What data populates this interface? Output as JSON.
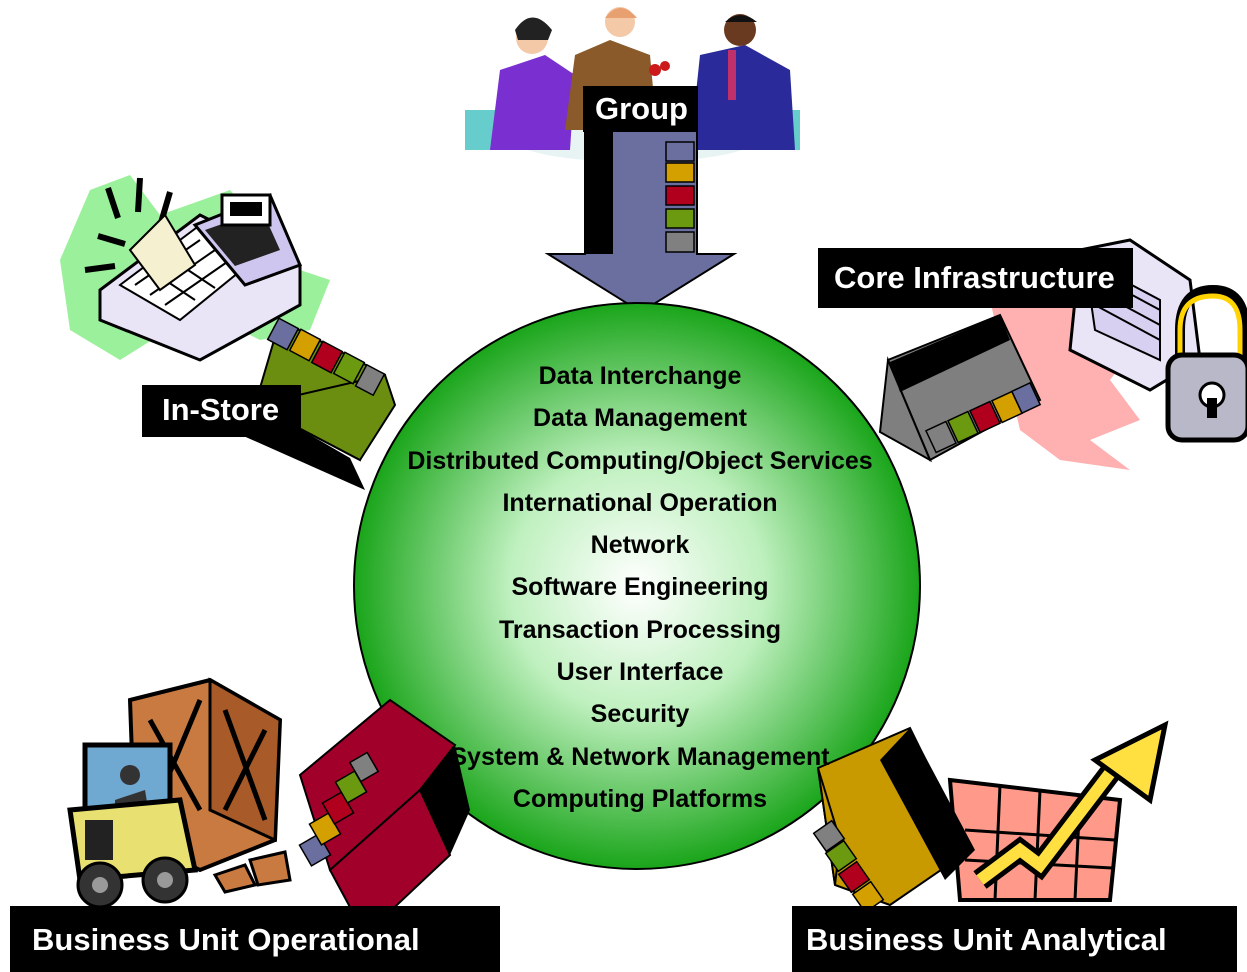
{
  "hub": {
    "items": [
      "Data Interchange",
      "Data Management",
      "Distributed Computing/Object Services",
      "International Operation",
      "Network",
      "Software Engineering",
      "Transaction Processing",
      "User Interface",
      "Security",
      "System & Network Management",
      "Computing Platforms"
    ]
  },
  "labels": {
    "group": "Group",
    "in_store": "In-Store",
    "core_infrastructure": "Core Infrastructure",
    "bu_operational": "Business Unit Operational",
    "bu_analytical": "Business Unit Analytical"
  },
  "colors": {
    "hub_green": "#19a019",
    "group_arrow": "#6b6f9f",
    "instore_arrow": "#6b8e10",
    "core_arrow": "#7f7f7f",
    "operational_arrow": "#a0002a",
    "analytical_arrow": "#c89a00",
    "stripe_slate": "#6b6f9f",
    "stripe_gold": "#d4a000",
    "stripe_red": "#b0001e",
    "stripe_olive": "#6b9a10",
    "stripe_gray": "#808080"
  }
}
